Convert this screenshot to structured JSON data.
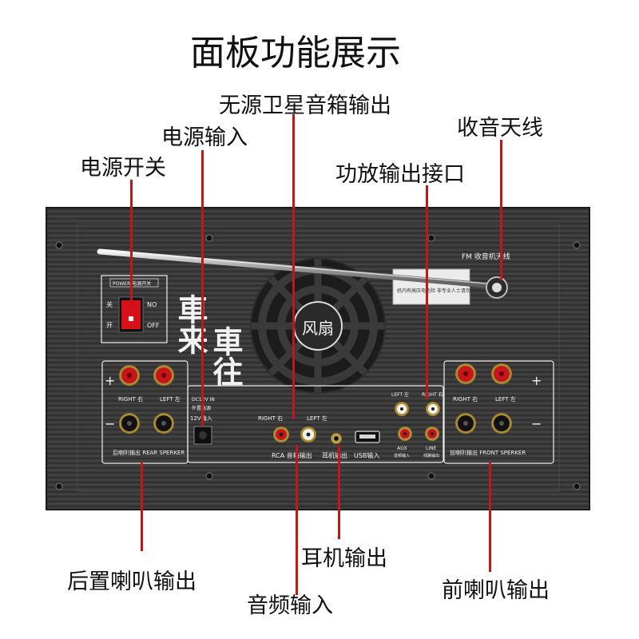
{
  "title": "面板功能展示",
  "callouts": {
    "satellite_output": "无源卫星音箱输出",
    "power_input": "电源输入",
    "fm_antenna": "收音天线",
    "power_switch": "电源开关",
    "amp_output_port": "功放输出接口",
    "rear_speaker_output": "后置喇叭输出",
    "headphone_output": "耳机输出",
    "audio_input": "音频输入",
    "front_speaker_output": "前喇叭输出"
  },
  "panel": {
    "fm_label": "FM 收音机天线",
    "warning_text": "机内有高压电危险 非专业人士请勿打开",
    "fan_label": "风扇",
    "calligraphy_left": "車来",
    "calligraphy_right": "車往",
    "power_box_label": "POWER 电源开关",
    "switch_on_cn": "关",
    "switch_on_en": "NO",
    "switch_off_cn": "开",
    "switch_off_en": "OFF",
    "rear_plus": "+",
    "rear_minus": "−",
    "rear_right": "RIGHT 右",
    "rear_left": "LEFT 左",
    "rear_label": "后喇叭输出 REAR SPERKER",
    "dc_text_1": "DC12V IN",
    "dc_text_2": "外置电源",
    "dc_text_3": "12V输入",
    "rca_right": "RIGHT 右",
    "rca_left": "LEFT 左",
    "rca_label": "RCA 音箱输出",
    "headphone_label": "耳机输出",
    "usb_label": "USB输入",
    "aux_left_top": "LEFT 左",
    "aux_right_top": "RIGHT 右",
    "aux_label_1": "AUX",
    "aux_label_2": "音频输入",
    "line_label_1": "LINE",
    "line_label_2": "线路输出",
    "front_plus": "+",
    "front_minus": "−",
    "front_right": "RIGHT 右",
    "front_left": "LEFT 左",
    "front_label": "前喇叭输出 FRONT SPERKER"
  },
  "colors": {
    "callout_line": "#c0171b",
    "panel_metal": "#3a3a3a",
    "binding_post_red": "#c8141b",
    "switch_red": "#d8101a"
  }
}
